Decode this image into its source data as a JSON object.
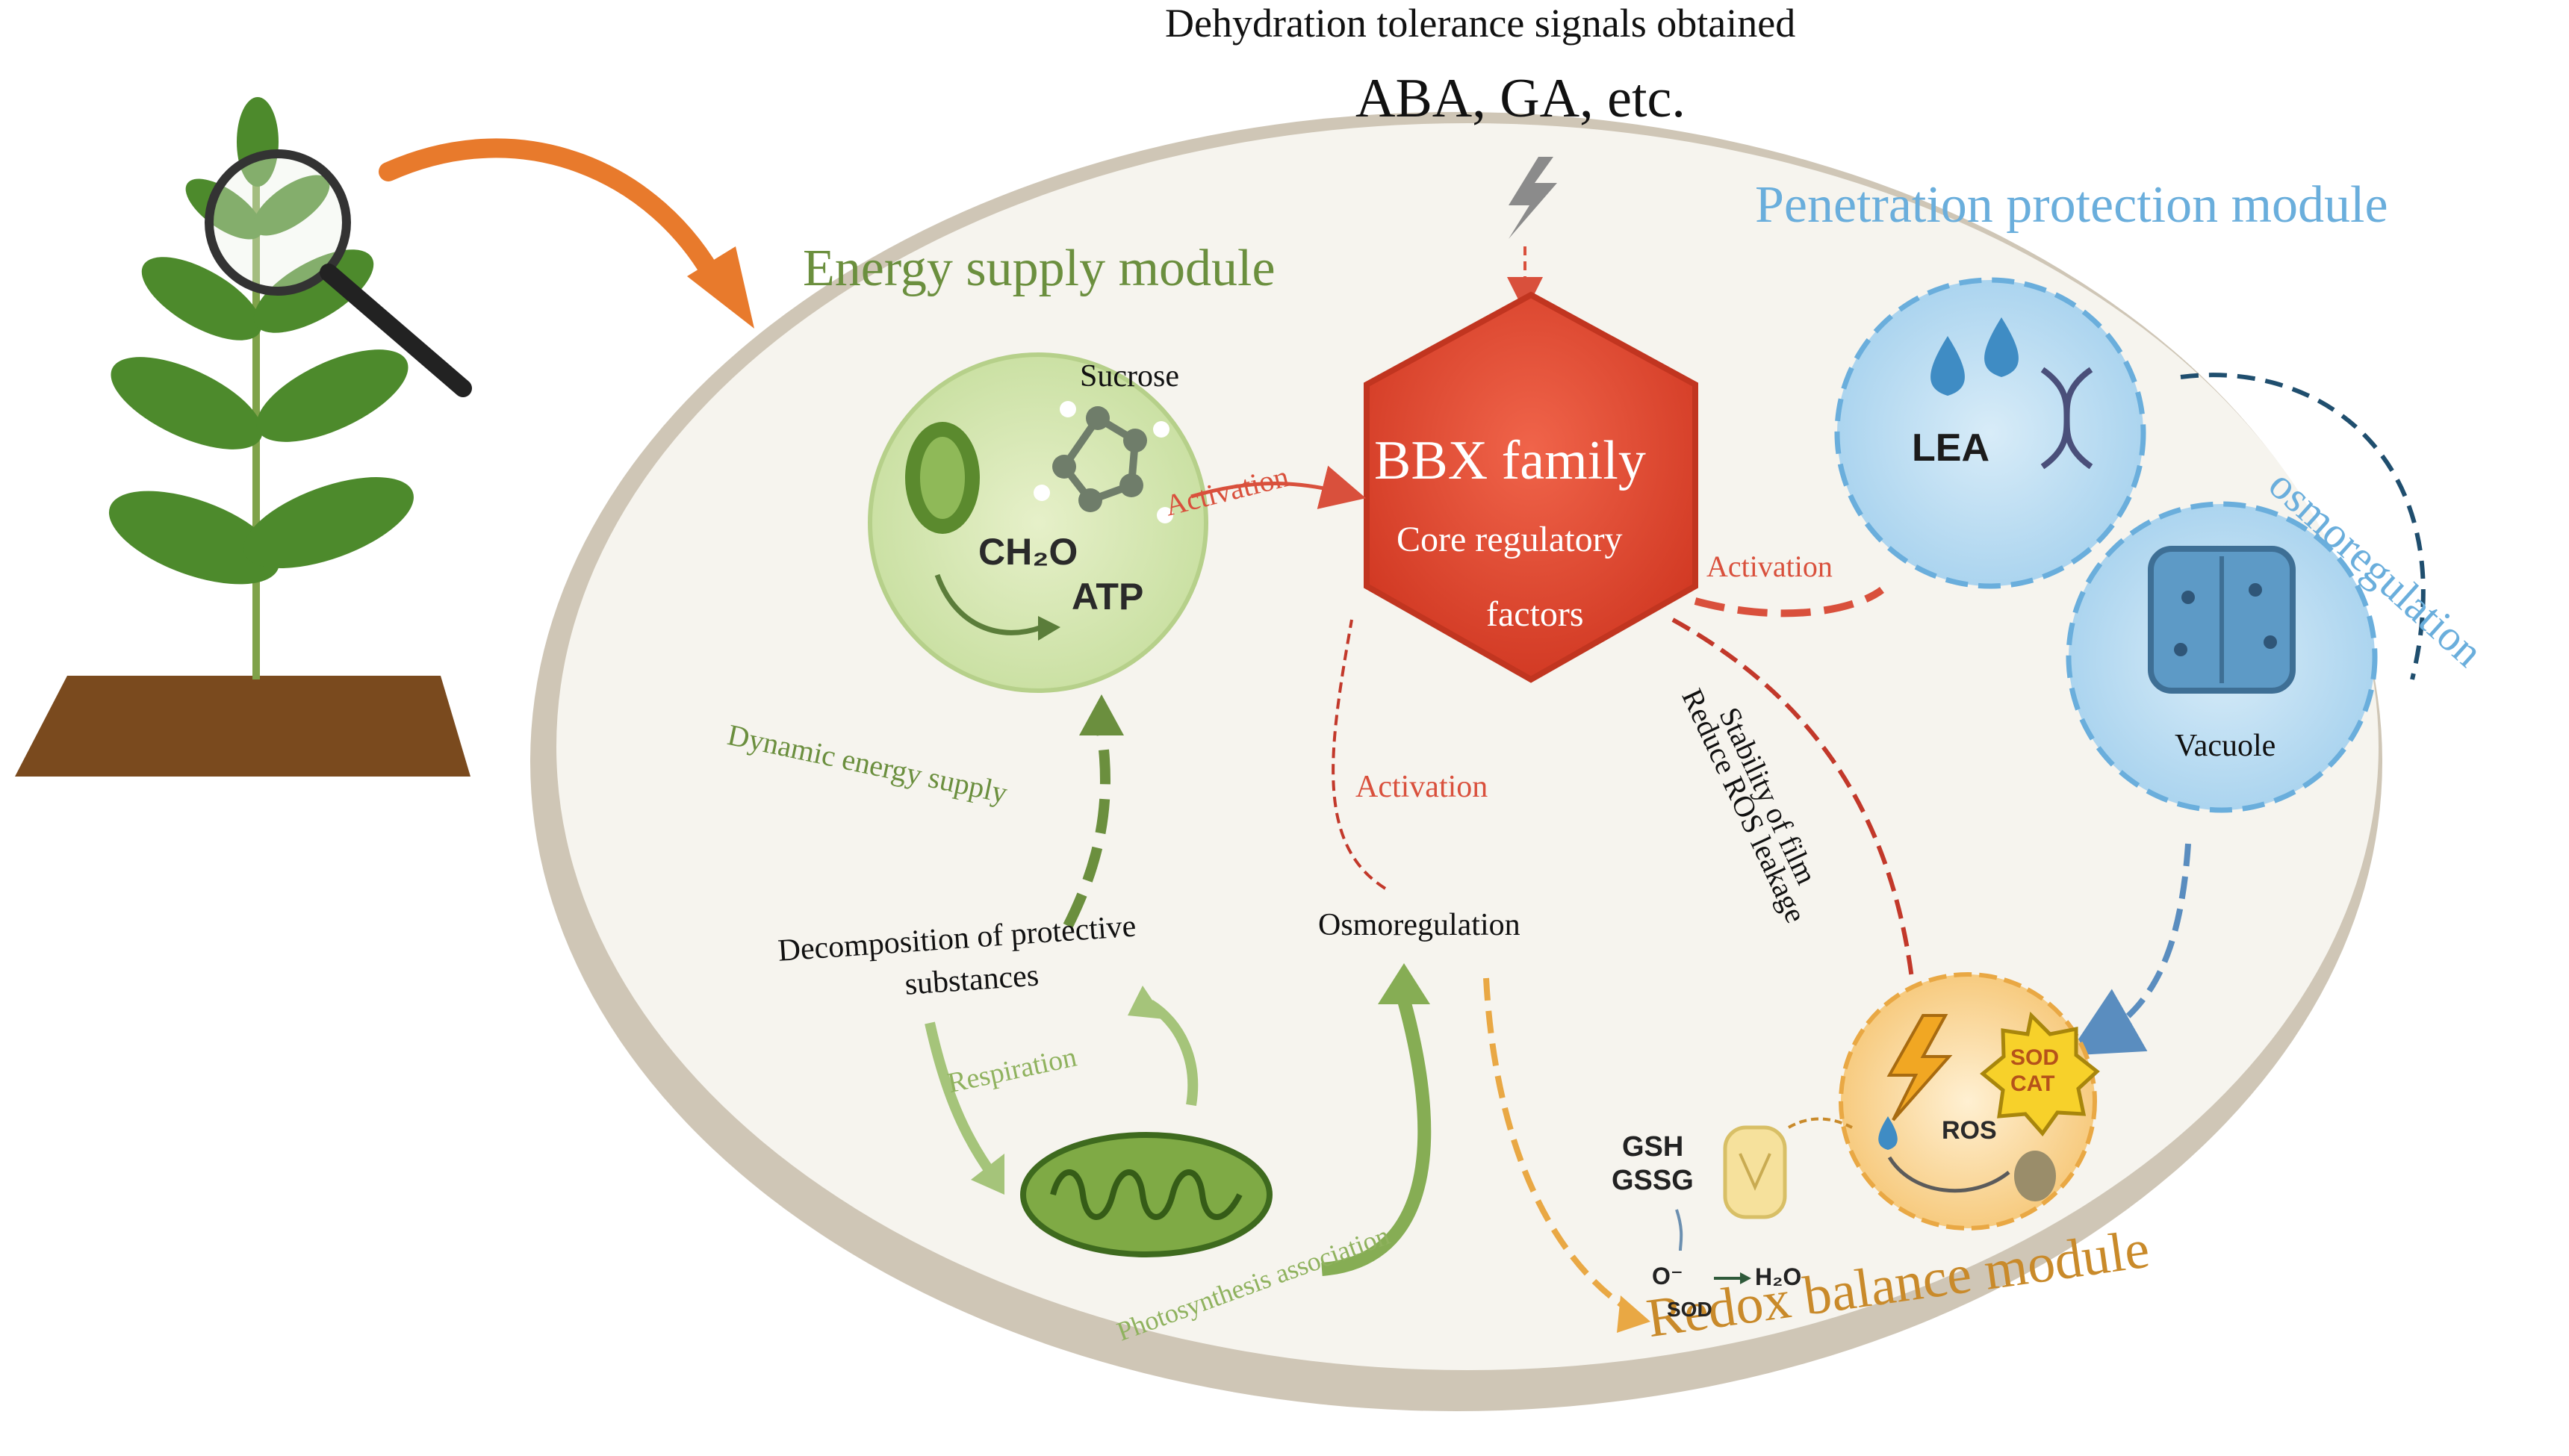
{
  "header": {
    "signals_title": "Dehydration tolerance signals obtained",
    "hormones": "ABA, GA, etc."
  },
  "modules": {
    "energy": "Energy supply module",
    "penetration": "Penetration protection module",
    "redox": "Redox balance module"
  },
  "core": {
    "title": "BBX family",
    "subtitle_line1": "Core regulatory",
    "subtitle_line2": "factors"
  },
  "energy_circle": {
    "sucrose": "Sucrose",
    "ch2o": "CH₂O",
    "atp": "ATP"
  },
  "penetration": {
    "lea": "LEA",
    "vacuole": "Vacuole",
    "osmoregulation_curved": "osmoregulation"
  },
  "redox": {
    "ros": "ROS",
    "sod": "SOD",
    "cat": "CAT",
    "gsh": "GSH",
    "gssg": "GSSG",
    "o_minus": "O⁻",
    "h2o": "H₂O",
    "sod_small": "SOD"
  },
  "labels": {
    "activation_left": "Activation",
    "activation_right": "Activation",
    "activation_down": "Activation",
    "dynamic_energy": "Dynamic energy supply",
    "decomposition_line1": "Decomposition of protective",
    "decomposition_line2": "substances",
    "respiration": "Respiration",
    "osmoregulation": "Osmoregulation",
    "photosynthesis": "Photosynthesis association",
    "stability_film": "Stability of film",
    "reduce_ros": "Reduce ROS leakage"
  },
  "colors": {
    "energy_green": "#6b8f3e",
    "penetration_blue": "#6aaedc",
    "redox_orange": "#c98a2a",
    "bbx_red": "#e8503a",
    "activation_red": "#d9503c",
    "ellipse_rim": "#cfc6b6",
    "ellipse_fill": "#f6f4ee"
  }
}
